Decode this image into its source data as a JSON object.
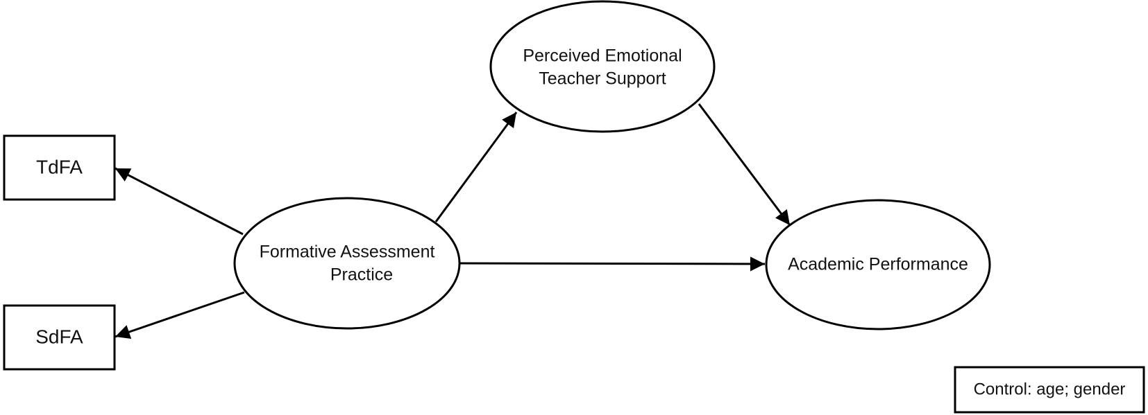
{
  "nodes": {
    "tdfa": {
      "label": "TdFA"
    },
    "sdfa": {
      "label": "SdFA"
    },
    "formative": {
      "line1": "Formative Assessment",
      "line2": "Practice"
    },
    "emotional": {
      "line1": "Perceived Emotional",
      "line2": "Teacher Support"
    },
    "academic": {
      "label": "Academic Performance"
    }
  },
  "control_note": {
    "label": "Control: age; gender"
  },
  "edges": [
    {
      "from": "Formative Assessment Practice",
      "to": "TdFA"
    },
    {
      "from": "Formative Assessment Practice",
      "to": "SdFA"
    },
    {
      "from": "Formative Assessment Practice",
      "to": "Perceived Emotional Teacher Support"
    },
    {
      "from": "Formative Assessment Practice",
      "to": "Academic Performance"
    },
    {
      "from": "Perceived Emotional Teacher Support",
      "to": "Academic Performance"
    }
  ]
}
